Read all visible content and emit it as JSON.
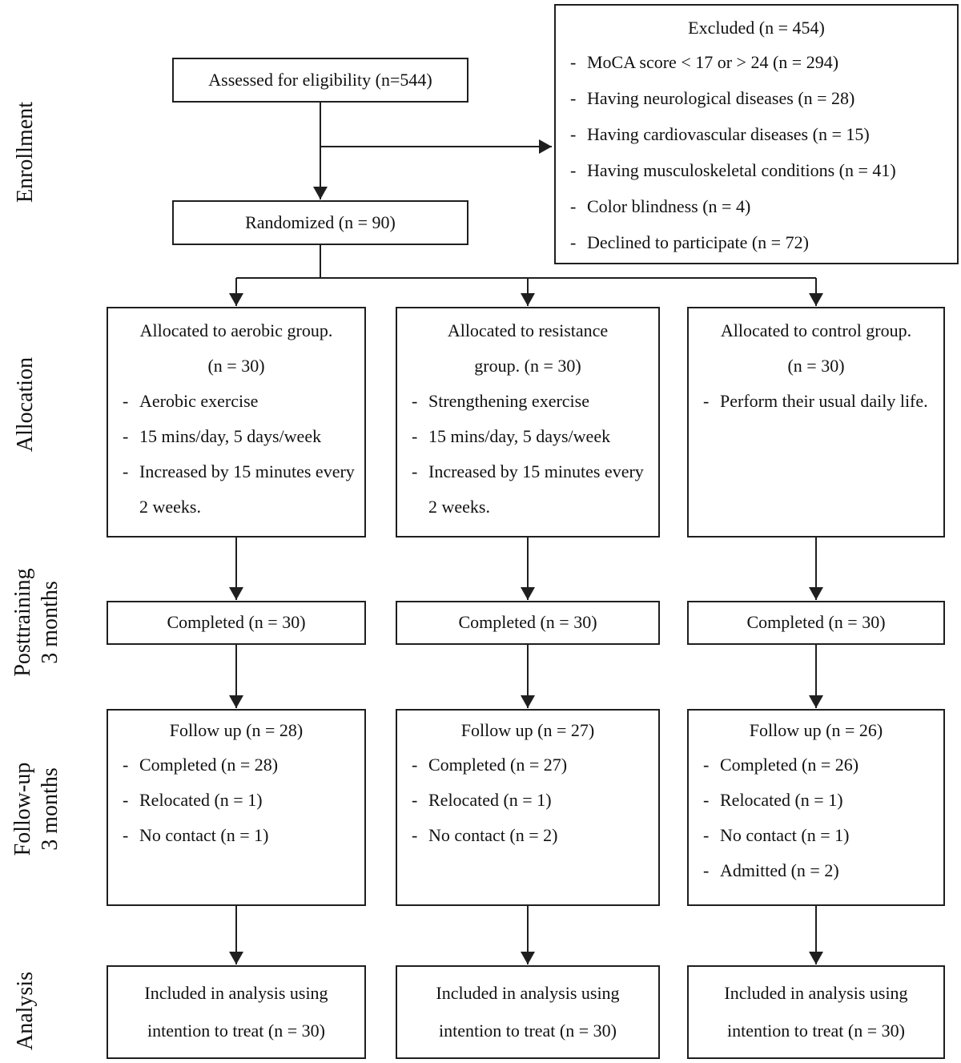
{
  "meta": {
    "figure": "CONSORT participant flow diagram",
    "bullet_char": "-",
    "colors": {
      "line": "#1f1f1f",
      "text": "#111111",
      "background": "#ffffff"
    }
  },
  "side_labels": {
    "enrollment": "Enrollment",
    "allocation": "Allocation",
    "posttraining_line1": "Posttraining",
    "posttraining_line2": "3 months",
    "followup_line1": "Follow-up",
    "followup_line2": "3 months",
    "analysis": "Analysis"
  },
  "enrollment": {
    "assessed": "Assessed for eligibility (n=544)",
    "randomized": "Randomized (n = 90)",
    "excluded": {
      "title": "Excluded (n = 454)",
      "items": [
        "MoCA score < 17 or > 24 (n = 294)",
        "Having neurological diseases (n = 28)",
        "Having cardiovascular diseases (n = 15)",
        "Having musculoskeletal conditions (n = 41)",
        "Color blindness (n = 4)",
        "Declined to participate (n = 72)"
      ]
    }
  },
  "columns": [
    {
      "group": "aerobic",
      "allocated": {
        "title_line1": "Allocated to aerobic group.",
        "title_line2": "(n = 30)",
        "items": [
          "Aerobic exercise",
          "15 mins/day, 5 days/week",
          "Increased by 15 minutes every 2 weeks."
        ]
      },
      "completed": "Completed (n = 30)",
      "followup": {
        "title": "Follow up (n = 28)",
        "items": [
          "Completed (n = 28)",
          "Relocated (n = 1)",
          "No contact (n = 1)"
        ]
      },
      "analysis_line1": "Included in analysis using",
      "analysis_line2": "intention to treat (n = 30)"
    },
    {
      "group": "resistance",
      "allocated": {
        "title_line1": "Allocated to resistance",
        "title_line2": "group. (n = 30)",
        "items": [
          "Strengthening exercise",
          "15 mins/day, 5 days/week",
          "Increased by 15 minutes every 2 weeks."
        ]
      },
      "completed": "Completed (n = 30)",
      "followup": {
        "title": "Follow up (n = 27)",
        "items": [
          "Completed (n = 27)",
          "Relocated (n = 1)",
          "No contact (n = 2)"
        ]
      },
      "analysis_line1": "Included in analysis using",
      "analysis_line2": "intention to treat (n = 30)"
    },
    {
      "group": "control",
      "allocated": {
        "title_line1": "Allocated to control group.",
        "title_line2": "(n = 30)",
        "items": [
          "Perform their usual daily life."
        ]
      },
      "completed": "Completed (n = 30)",
      "followup": {
        "title": "Follow up (n = 26)",
        "items": [
          "Completed (n = 26)",
          "Relocated (n = 1)",
          "No contact (n = 1)",
          "Admitted (n = 2)"
        ]
      },
      "analysis_line1": "Included in analysis using",
      "analysis_line2": "intention to treat (n = 30)"
    }
  ]
}
